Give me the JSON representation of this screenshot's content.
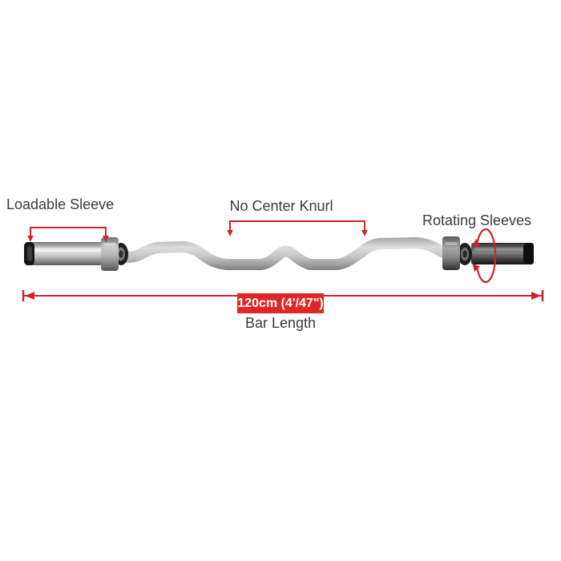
{
  "diagram": {
    "labels": {
      "loadable_sleeve": "Loadable Sleeve",
      "no_center_knurl": "No Center Knurl",
      "rotating_sleeves": "Rotating Sleeves"
    },
    "dimension": {
      "value": "120cm (4'/47\")",
      "caption": "Bar Length"
    },
    "colors": {
      "annotation_red": "#cf222a",
      "dimension_box_red": "#e02626",
      "label_text": "#3a3a3a",
      "dimension_text": "#ffffff",
      "background": "#ffffff"
    },
    "icons": {
      "bracket_arrow": "down-arrow",
      "rotation_arrow": "rotation-ellipse-arrow",
      "dimension_arrow": "measure-arrow"
    }
  }
}
